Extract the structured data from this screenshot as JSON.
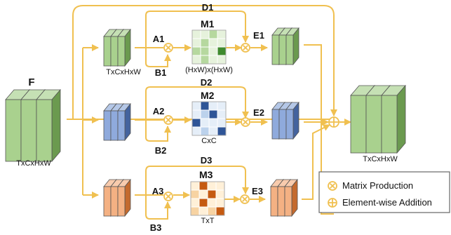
{
  "input": {
    "label": "F",
    "dims": "TxCxHxW"
  },
  "output": {
    "dims": "TxCxHxW"
  },
  "branches": [
    {
      "dims": "TxCxHxW",
      "A": "A1",
      "B": "B1",
      "D": "D1",
      "E": "E1",
      "M": "M1",
      "M_dims": "(HxW)x(HxW)",
      "matrix": [
        [
          0,
          0,
          1,
          0
        ],
        [
          0,
          1,
          0,
          0
        ],
        [
          1,
          1,
          0,
          2
        ],
        [
          0,
          1,
          0,
          0
        ]
      ],
      "tint": [
        "#e6f2dc",
        "#b6d89f",
        "#3f8a2e"
      ]
    },
    {
      "dims": "",
      "A": "A2",
      "B": "B2",
      "D": "D2",
      "E": "E2",
      "M": "M2",
      "M_dims": "CxC",
      "matrix": [
        [
          0,
          2,
          0,
          0
        ],
        [
          0,
          1,
          2,
          0
        ],
        [
          2,
          0,
          0,
          0
        ],
        [
          0,
          1,
          0,
          2
        ]
      ],
      "tint": [
        "#e5eef8",
        "#bcd2ec",
        "#2f5597"
      ]
    },
    {
      "dims": "",
      "A": "A3",
      "B": "B3",
      "D": "D3",
      "E": "E3",
      "M": "M3",
      "M_dims": "TxT",
      "matrix": [
        [
          0,
          2,
          0,
          0
        ],
        [
          1,
          0,
          2,
          0
        ],
        [
          0,
          2,
          0,
          0
        ],
        [
          1,
          0,
          1,
          2
        ]
      ],
      "tint": [
        "#fff0d8",
        "#f7d3a2",
        "#c55a11"
      ]
    }
  ],
  "legend": [
    {
      "symbol": "matrix-production",
      "label": "Matrix Production"
    },
    {
      "symbol": "element-wise-addition",
      "label": "Element-wise Addition"
    }
  ],
  "colors": {
    "line": "#f0c050",
    "green_face": "#a9d18e",
    "green_side": "#6b9a4f",
    "green_top": "#c5e0b4",
    "blue_face": "#8faadc",
    "blue_side": "#44639e",
    "blue_top": "#b4c7e7",
    "orange_face": "#f4b183",
    "orange_side": "#c46a2e",
    "orange_top": "#f8cbad"
  }
}
